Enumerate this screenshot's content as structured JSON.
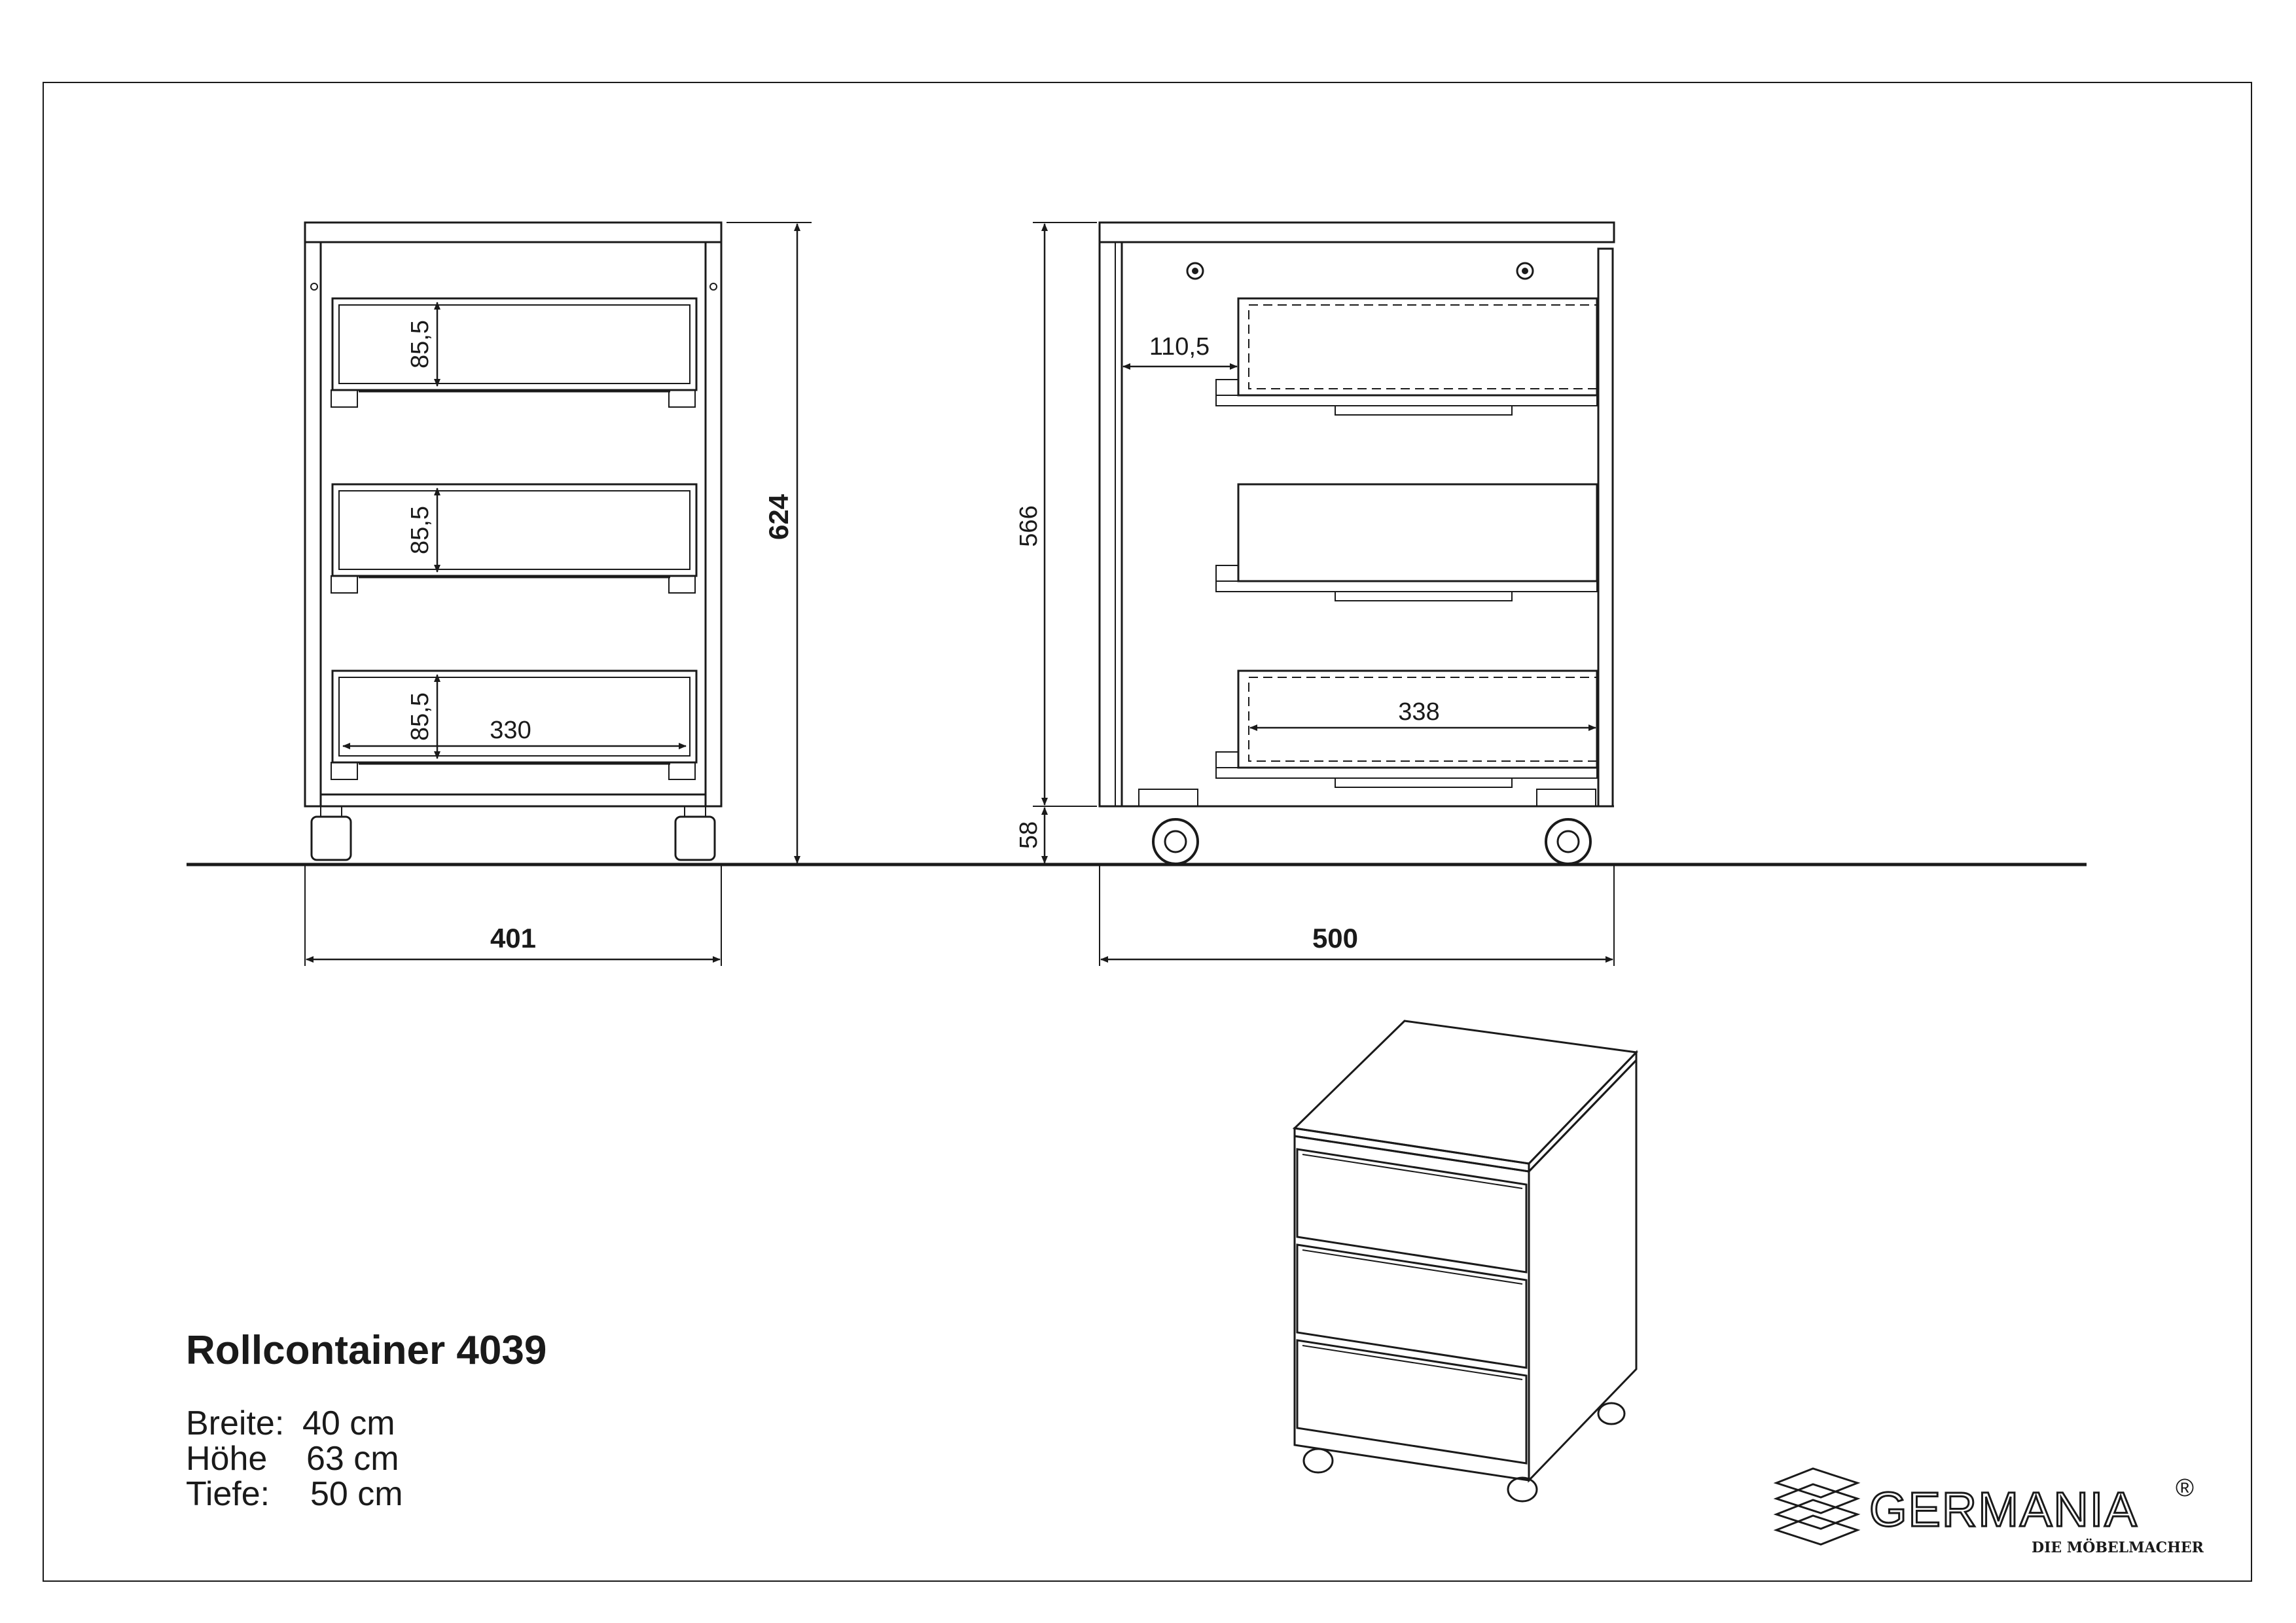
{
  "dimensions": {
    "front_width": "401",
    "total_height": "624",
    "drawer_height_1": "85,5",
    "drawer_height_2": "85,5",
    "drawer_height_3": "85,5",
    "drawer_inner_width": "330",
    "side_depth": "500",
    "body_height": "566",
    "plinth_height": "58",
    "drawer_setback": "110,5",
    "drawer_inner_depth": "338"
  },
  "product": {
    "title": "Rollcontainer 4039",
    "specs": [
      {
        "label": "Breite:",
        "value": "40 cm"
      },
      {
        "label": "Höhe",
        "value": "63 cm"
      },
      {
        "label": "Tiefe:",
        "value": "50 cm"
      }
    ]
  },
  "brand": {
    "name": "GERMANIA",
    "registered": "®",
    "tagline": "DIE MÖBELMACHER"
  }
}
